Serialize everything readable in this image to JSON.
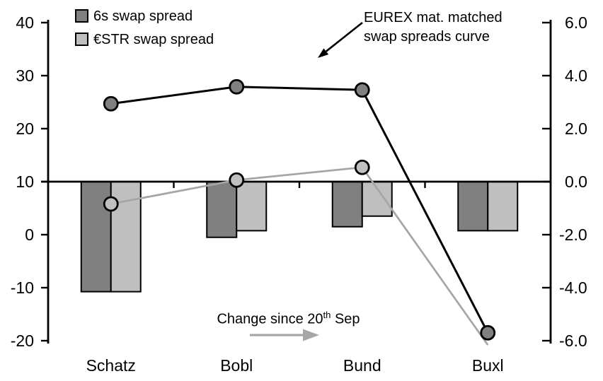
{
  "legend": {
    "items": [
      {
        "label": "6s swap spread",
        "color": "#808080"
      },
      {
        "label": "€STR swap spread",
        "color": "#BFBFBF"
      }
    ]
  },
  "annotations": {
    "curve_label": "EUREX mat. matched\nswap spreads curve",
    "change": {
      "prefix": "Change since 20",
      "sup": "th",
      "suffix": " Sep"
    }
  },
  "chart_data": {
    "type": "combo-bar-line",
    "categories": [
      "Schatz",
      "Bobl",
      "Bund",
      "Buxl"
    ],
    "bar_series": [
      {
        "name": "6s swap spread",
        "axis": "right",
        "color": "#808080",
        "values": [
          -4.15,
          -2.1,
          -1.7,
          -1.85
        ]
      },
      {
        "name": "€STR swap spread",
        "axis": "right",
        "color": "#BFBFBF",
        "values": [
          -4.15,
          -1.85,
          -1.3,
          -1.85
        ]
      }
    ],
    "line_series": [
      {
        "name": "6s EUREX mat. matched swap spreads curve",
        "axis": "left",
        "color": "#000000",
        "marker_fill": "#808080",
        "values": [
          24.7,
          27.9,
          27.3,
          -18.5
        ],
        "markers": [
          true,
          true,
          true,
          true
        ]
      },
      {
        "name": "€STR EUREX mat. matched swap spreads curve",
        "axis": "left",
        "color": "#A6A6A6",
        "marker_fill": "#C0C0C0",
        "values": [
          5.8,
          10.3,
          12.7,
          -20.8
        ],
        "markers": [
          true,
          true,
          true,
          false
        ]
      }
    ],
    "left_axis": {
      "min": -20,
      "max": 40,
      "tick_values": [
        40,
        30,
        20,
        10,
        0,
        -10,
        -20
      ],
      "tick_labels": [
        "40",
        "30",
        "20",
        "10",
        "0",
        "-10",
        "-20"
      ]
    },
    "right_axis": {
      "min": -6,
      "max": 6,
      "tick_values": [
        6,
        4,
        2,
        0,
        -2,
        -4,
        -6
      ],
      "tick_labels": [
        "6.0",
        "4.0",
        "2.0",
        "0.0",
        "-2.0",
        "-4.0",
        "-6.0"
      ]
    },
    "bar_baseline_left_value": 10,
    "grid": "off",
    "legend_position": "top-left"
  }
}
